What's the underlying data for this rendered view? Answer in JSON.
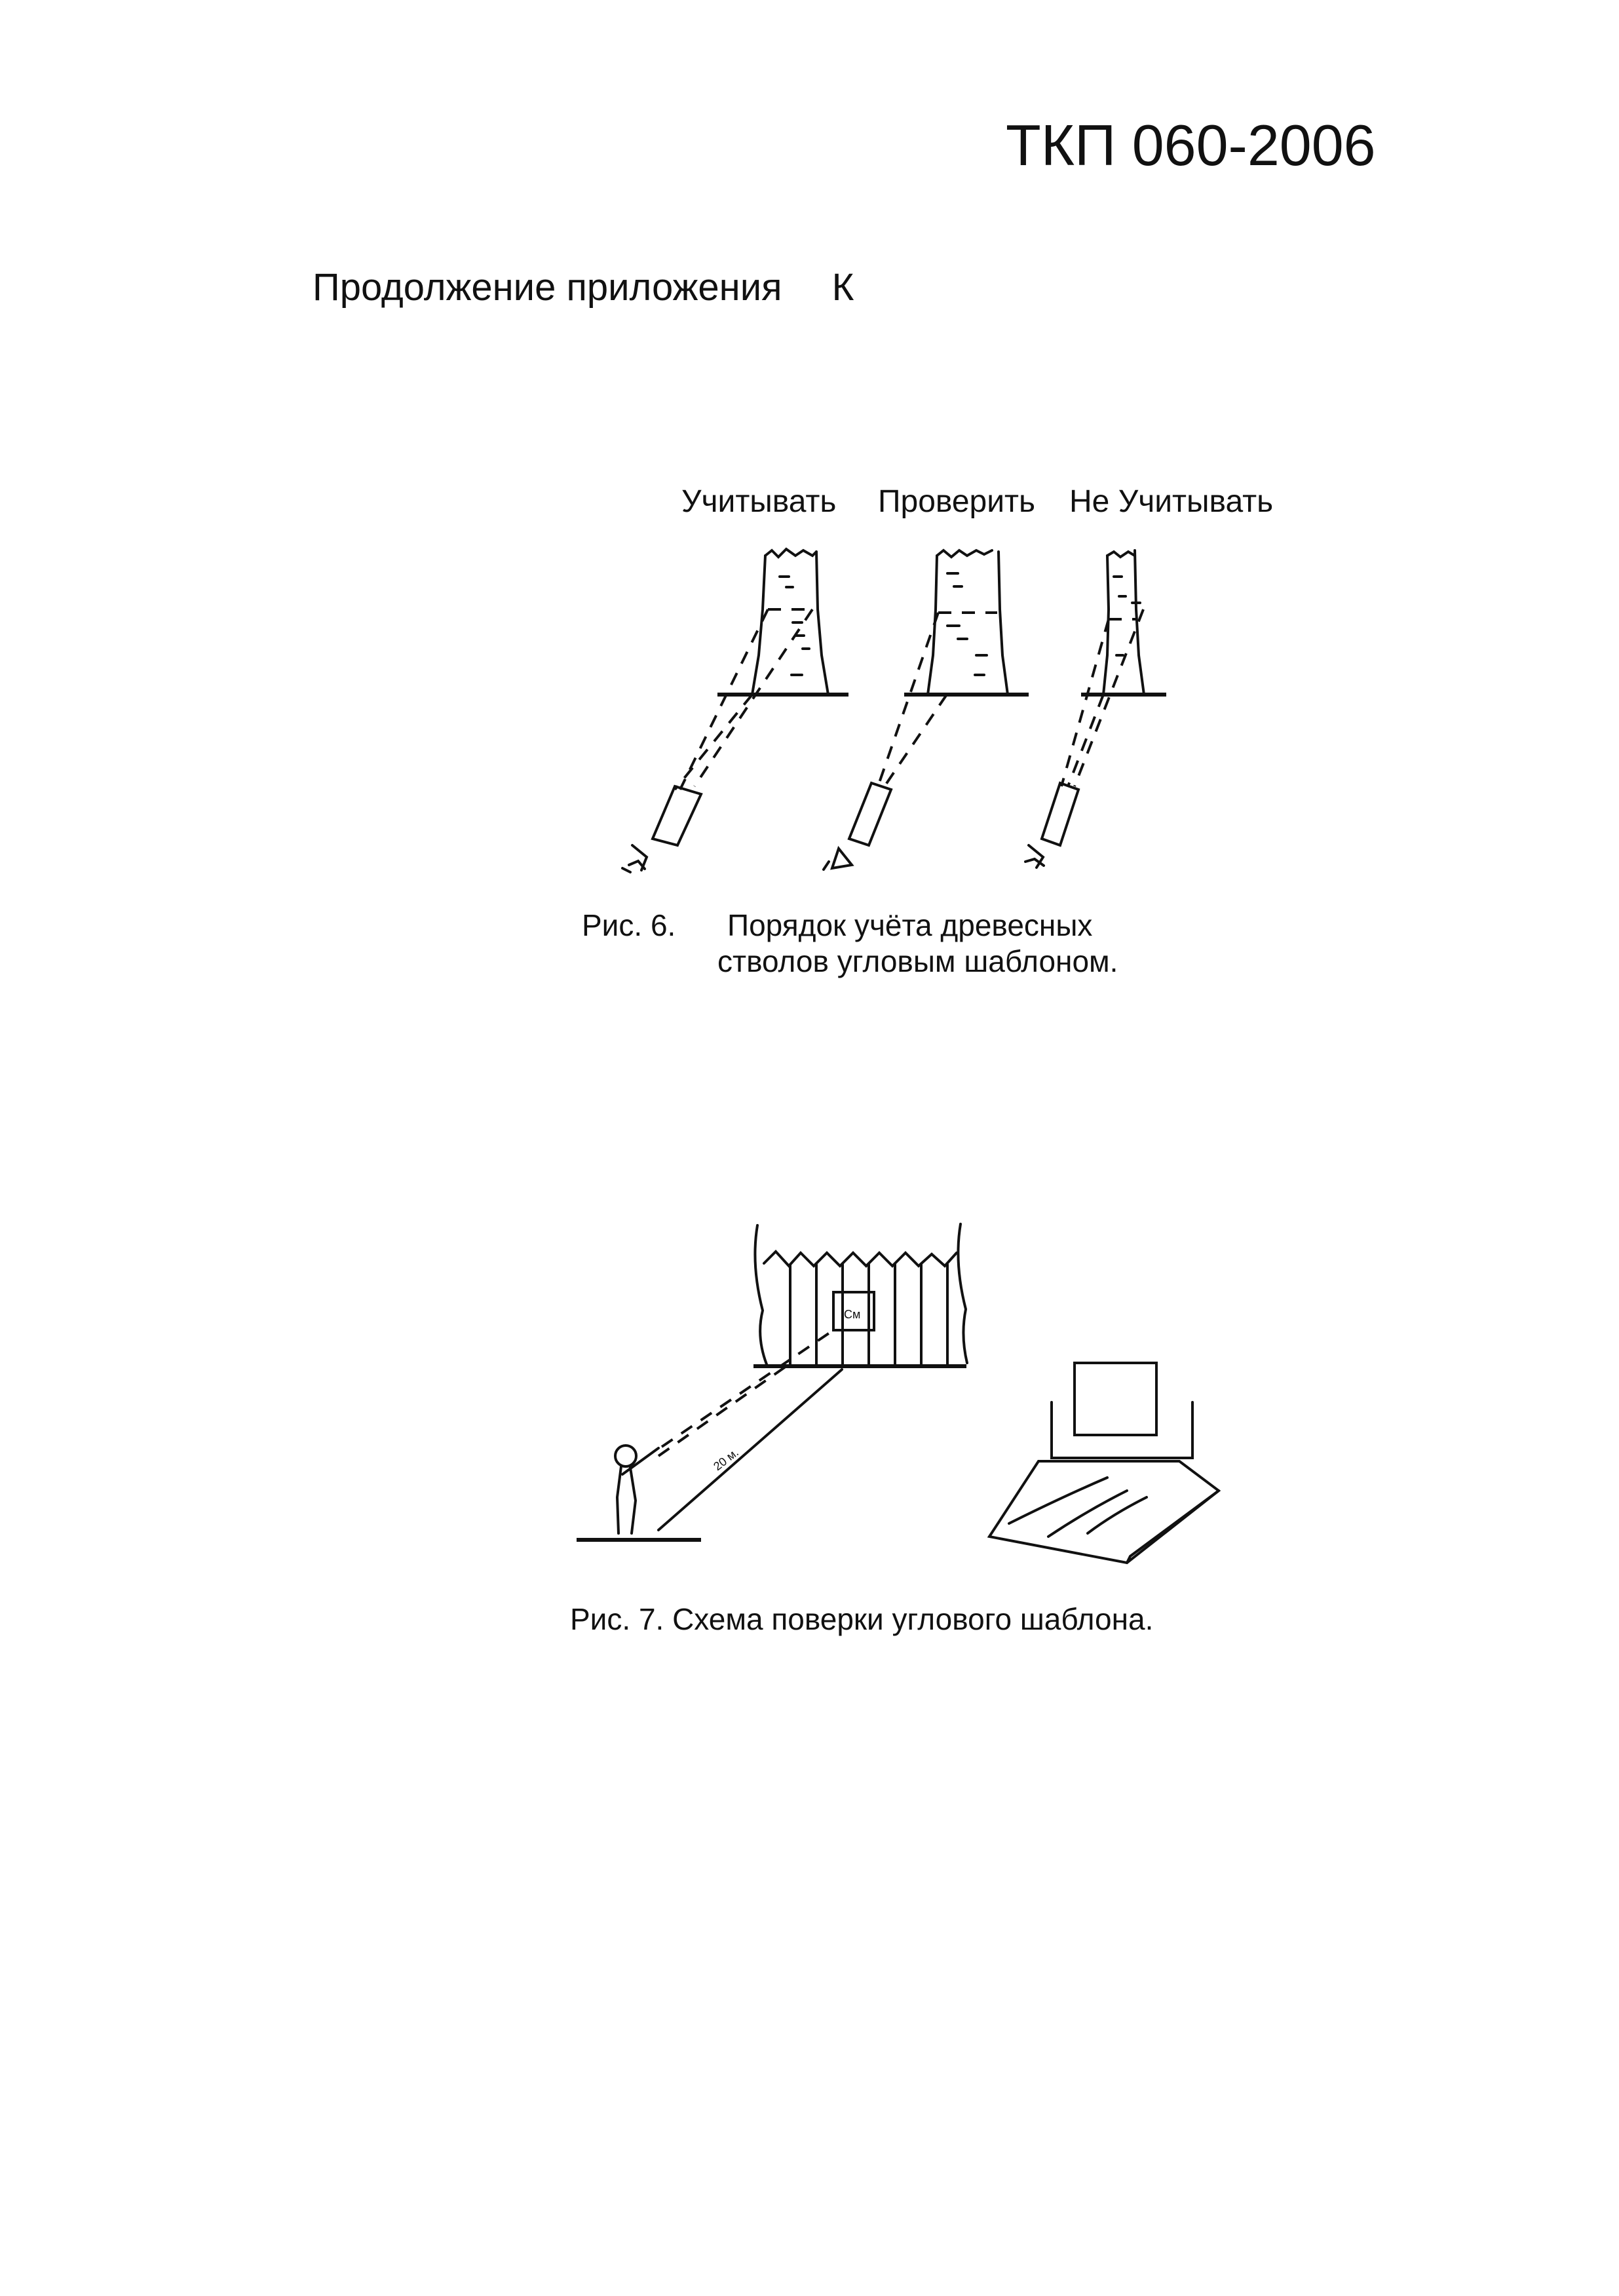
{
  "header": {
    "doc_number": "ТКП 060-2006"
  },
  "section": {
    "label": "Продолжение приложения",
    "appendix_letter": "К"
  },
  "figure6": {
    "columns": [
      "Учитывать",
      "Проверить",
      "Не Учитывать"
    ],
    "caption_number": "Рис. 6.",
    "caption_line1": "Порядок учёта древесных",
    "caption_line2": "стволов угловым шаблоном."
  },
  "figure7": {
    "distance_label": "20 м.",
    "target_label": "См",
    "caption": "Рис. 7. Схема поверки углового шаблона."
  }
}
